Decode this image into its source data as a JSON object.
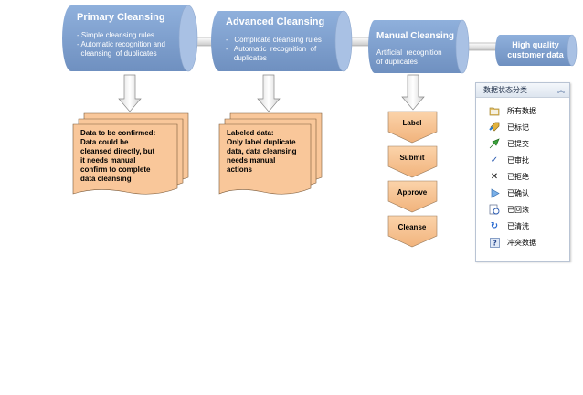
{
  "stages": [
    {
      "title": "Primary Cleansing",
      "lines": [
        "- Simple cleansing  rules",
        "- Automatic  recognition  and",
        "  cleansing  of duplicates"
      ]
    },
    {
      "title": "Advanced Cleansing",
      "lines": [
        "-   Complicate cleansing rules",
        "-   Automatic  recognition  of",
        "    duplicates"
      ]
    },
    {
      "title": "Manual Cleansing",
      "lines": [
        "Artificial  recognition",
        "of duplicates"
      ]
    },
    {
      "title": "High quality",
      "title2": "customer data",
      "lines": []
    }
  ],
  "notes": [
    {
      "lines": [
        "Data to be confirmed:",
        "Data could be",
        "cleansed directly, but",
        "it needs manual",
        "confirm to complete",
        "data cleansing"
      ]
    },
    {
      "lines": [
        "Labeled data:",
        "Only label duplicate",
        "data, data cleansing",
        "needs manual",
        "actions"
      ]
    }
  ],
  "steps": [
    "Label",
    "Submit",
    "Approve",
    "Cleanse"
  ],
  "panel": {
    "title": "数据状态分类",
    "chevron": "︽",
    "items": [
      {
        "label": "所有数据",
        "icon": "folder-icon"
      },
      {
        "label": "已标记",
        "icon": "tag-icon"
      },
      {
        "label": "已提交",
        "icon": "submit-arrow-icon"
      },
      {
        "label": "已审批",
        "icon": "check-icon"
      },
      {
        "label": "已拒绝",
        "icon": "reject-x-icon"
      },
      {
        "label": "已确认",
        "icon": "confirm-arrow-icon"
      },
      {
        "label": "已回滚",
        "icon": "rollback-icon"
      },
      {
        "label": "已清洗",
        "icon": "refresh-icon"
      },
      {
        "label": "冲突数据",
        "icon": "question-icon"
      }
    ]
  },
  "colors": {
    "cylinder": "#7f9fcf",
    "cylinder_top": "#a9c1e4",
    "note_fill": "#f9c79a",
    "note_stroke": "#7a5a3a",
    "step_fill": "#f6c08e",
    "arrow_fill": "#f4f4f4",
    "arrow_stroke": "#777777"
  }
}
